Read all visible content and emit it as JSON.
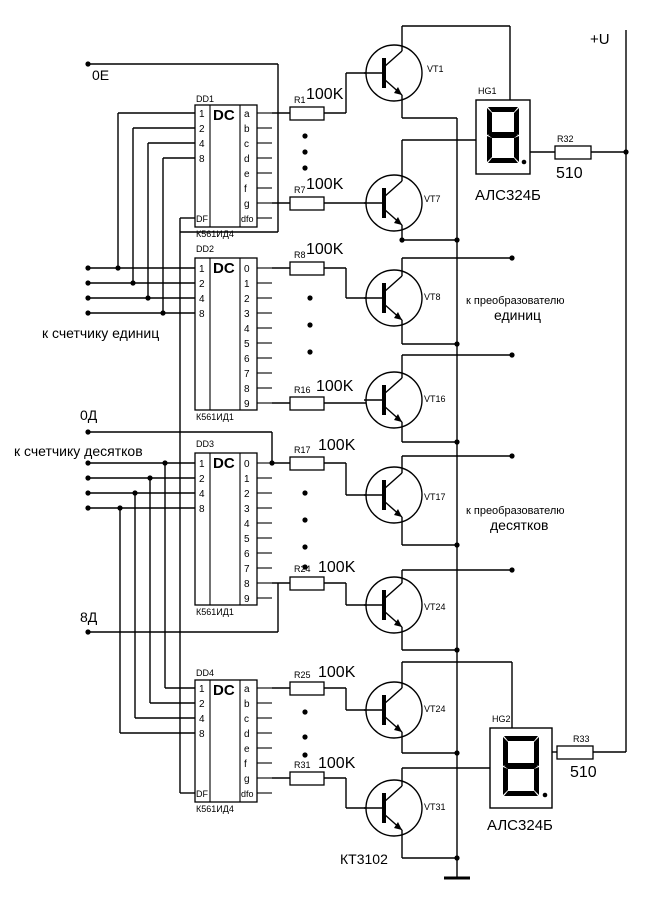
{
  "power": {
    "label": "+U"
  },
  "inputs": {
    "oe": "0E",
    "od": "0Д",
    "d8": "8Д"
  },
  "notes": {
    "units_counter": "к счетчику единиц",
    "tens_counter": "к счетчику десятков",
    "to_converter_units_1": "к преобразователю",
    "to_converter_units_2": "единиц",
    "to_converter_tens_1": "к преобразователю",
    "to_converter_tens_2": "десятков"
  },
  "chips": {
    "dd1": {
      "ref": "DD1",
      "type": "К561ИД4",
      "func": "DC",
      "in": [
        "1",
        "2",
        "4",
        "8",
        "DF"
      ],
      "out": [
        "a",
        "b",
        "c",
        "d",
        "e",
        "f",
        "g",
        "dfo"
      ]
    },
    "dd2": {
      "ref": "DD2",
      "type": "К561ИД1",
      "func": "DC",
      "in": [
        "1",
        "2",
        "4",
        "8"
      ],
      "out": [
        "0",
        "1",
        "2",
        "3",
        "4",
        "5",
        "6",
        "7",
        "8",
        "9"
      ]
    },
    "dd3": {
      "ref": "DD3",
      "type": "К561ИД1",
      "func": "DC",
      "in": [
        "1",
        "2",
        "4",
        "8"
      ],
      "out": [
        "0",
        "1",
        "2",
        "3",
        "4",
        "5",
        "6",
        "7",
        "8",
        "9"
      ]
    },
    "dd4": {
      "ref": "DD4",
      "type": "К561ИД4",
      "func": "DC",
      "in": [
        "1",
        "2",
        "4",
        "8",
        "DF"
      ],
      "out": [
        "a",
        "b",
        "c",
        "d",
        "e",
        "f",
        "g",
        "dfo"
      ]
    }
  },
  "resistors": {
    "r1": {
      "ref": "R1",
      "value": "100K"
    },
    "r7": {
      "ref": "R7",
      "value": "100K"
    },
    "r8": {
      "ref": "R8",
      "value": "100K"
    },
    "r16": {
      "ref": "R16",
      "value": "100K"
    },
    "r17": {
      "ref": "R17",
      "value": "100K"
    },
    "r24": {
      "ref": "R24",
      "value": "100K"
    },
    "r25": {
      "ref": "R25",
      "value": "100K"
    },
    "r31": {
      "ref": "R31",
      "value": "100K"
    },
    "r32": {
      "ref": "R32",
      "value": "510"
    },
    "r33": {
      "ref": "R33",
      "value": "510"
    }
  },
  "transistors": {
    "vt1": "VT1",
    "vt7": "VT7",
    "vt8": "VT8",
    "vt16": "VT16",
    "vt17": "VT17",
    "vt24a": "VT24",
    "vt24b": "VT24",
    "vt31": "VT31",
    "type": "КТ3102"
  },
  "displays": {
    "hg1": {
      "ref": "HG1",
      "type": "АЛС324Б"
    },
    "hg2": {
      "ref": "HG2",
      "type": "АЛС324Б"
    }
  }
}
